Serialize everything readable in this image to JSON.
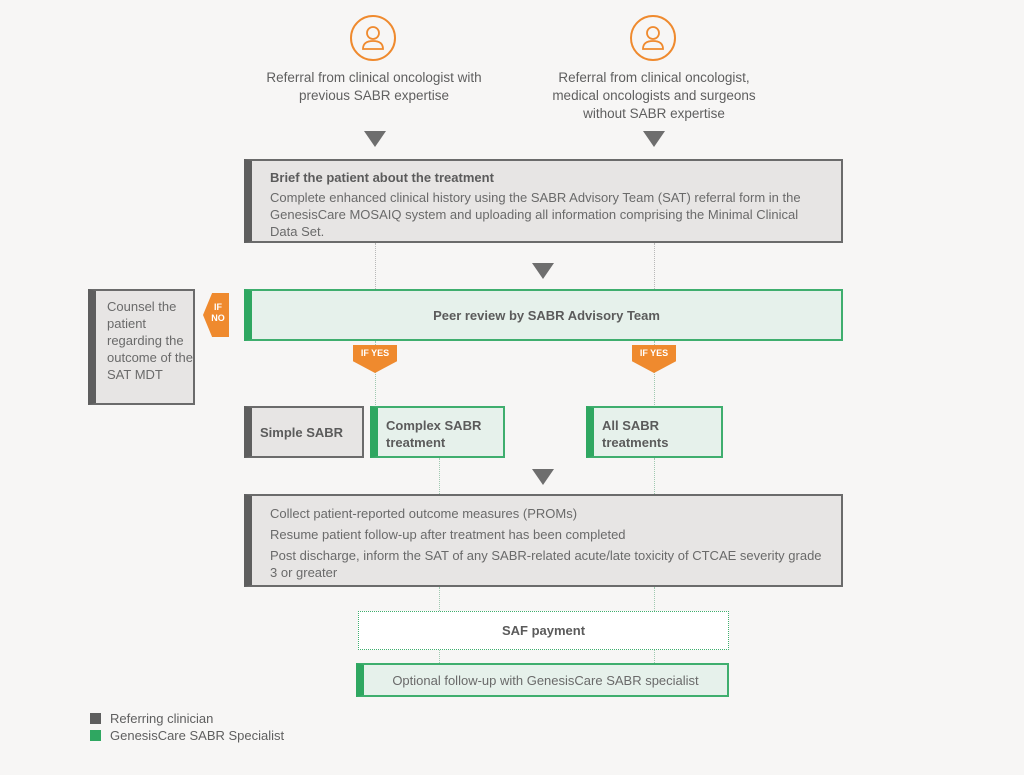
{
  "referrals": {
    "left": "Referral from clinical oncologist with previous SABR expertise",
    "right": "Referral from clinical oncologist, medical oncologists and surgeons without SABR expertise"
  },
  "brief": {
    "title": "Brief the patient about the treatment",
    "body": "Complete enhanced clinical history using the SABR Advisory Team (SAT) referral form in the GenesisCare MOSAIQ system and uploading all information comprising the Minimal Clinical Data Set."
  },
  "peer_review": "Peer review by SABR Advisory Team",
  "counsel": "Counsel the patient regarding the outcome of the SAT MDT",
  "badges": {
    "if_no": [
      "IF",
      "NO"
    ],
    "if_yes": "IF YES"
  },
  "treatments": {
    "simple": "Simple SABR",
    "complex": "Complex SABR treatment",
    "all": "All SABR treatments"
  },
  "proms": {
    "line1": "Collect patient-reported outcome measures (PROMs)",
    "line2": "Resume patient follow-up after treatment has been completed",
    "line3": "Post discharge, inform the SAT of any SABR-related acute/late toxicity of CTCAE severity grade 3 or greater"
  },
  "saf_payment": "SAF payment",
  "optional_followup": "Optional follow-up with GenesisCare SABR specialist",
  "legend": {
    "items": [
      {
        "label": "Referring clinician",
        "color": "#5e5e5e"
      },
      {
        "label": "GenesisCare SABR Specialist",
        "color": "#2fa761"
      }
    ]
  },
  "colors": {
    "accent": "#ef8a2e",
    "grey": "#5e5e5e",
    "green": "#2fa761"
  }
}
